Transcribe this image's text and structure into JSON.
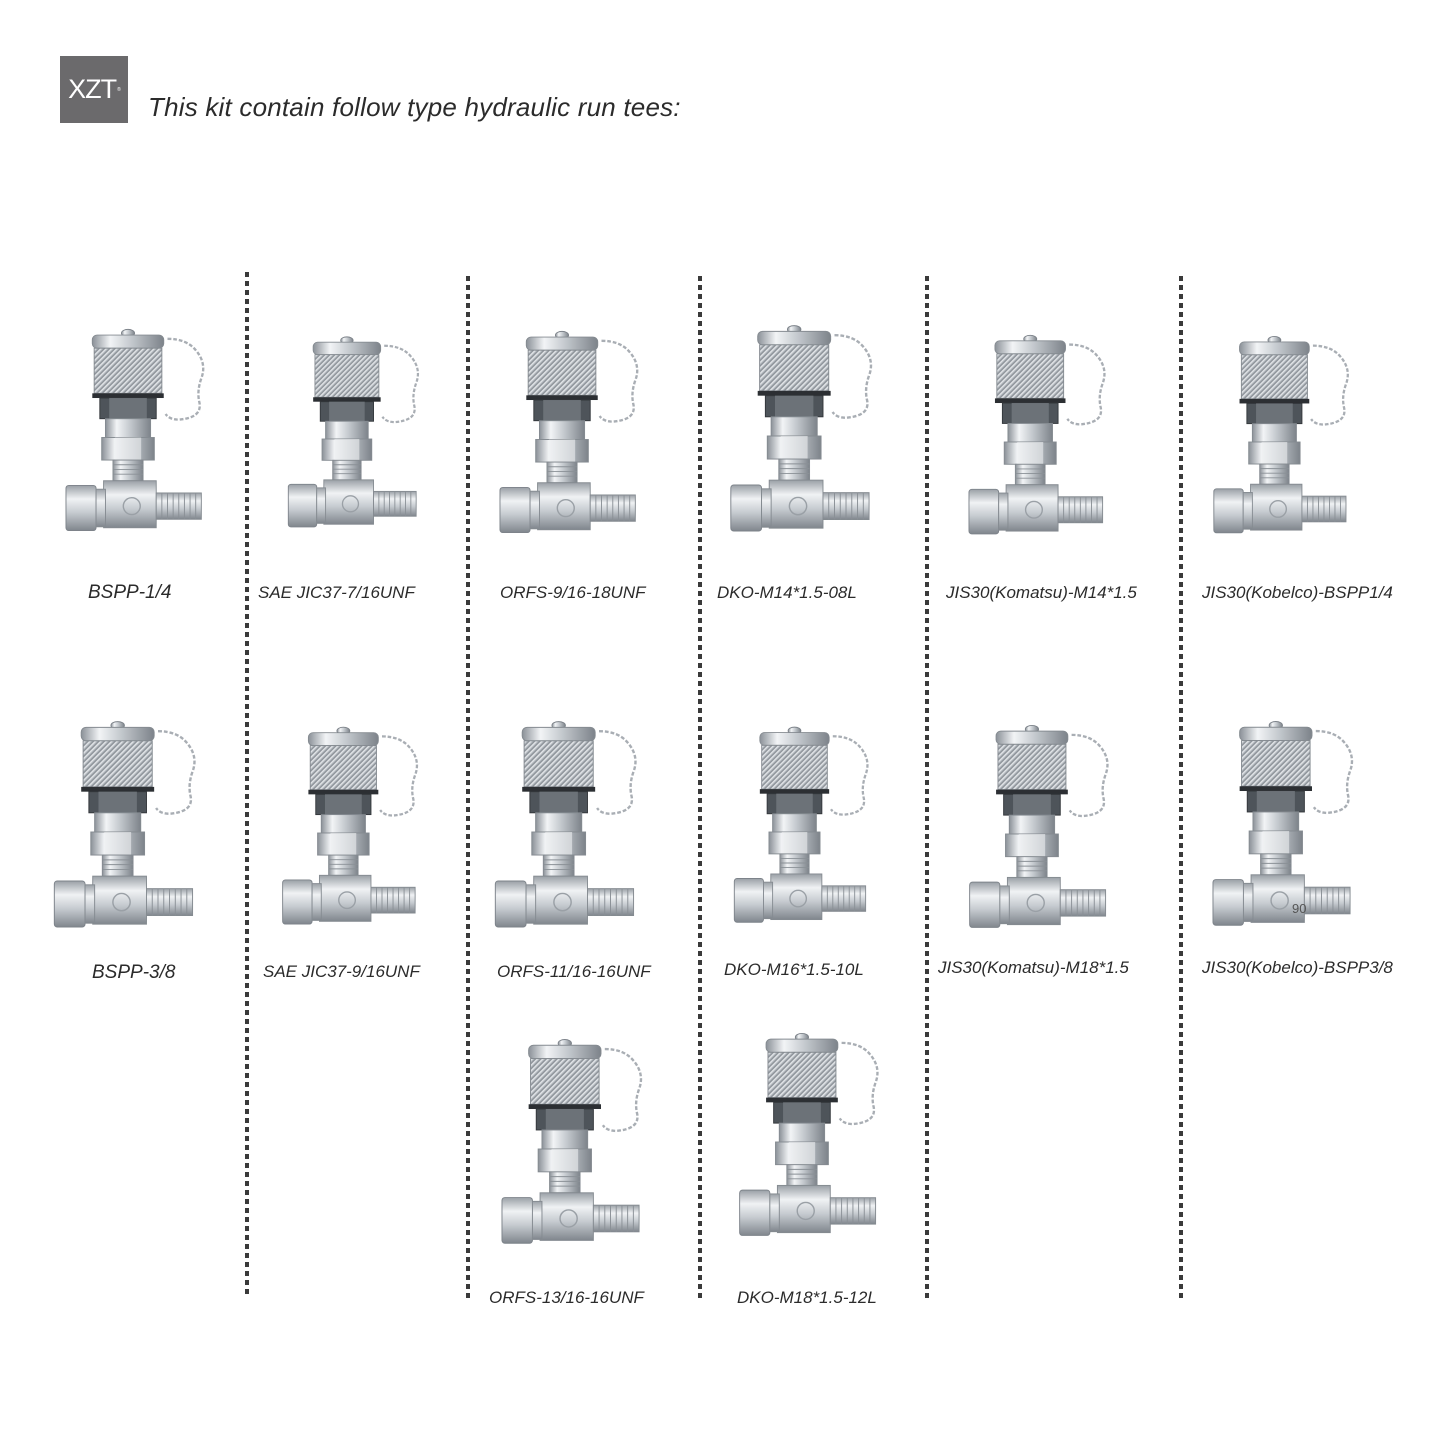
{
  "header": {
    "logo_text": "XZT",
    "logo_mark": "®",
    "title": "This kit contain follow type hydraulic run tees:"
  },
  "colors": {
    "logo_bg": "#6b6a6c",
    "text": "#2b2b2b",
    "divider": "#3a3a3a",
    "metal_light": "#e9ecef",
    "metal_mid": "#b9bec4",
    "metal_dark": "#7d838a"
  },
  "columns": [
    {
      "items": [
        {
          "label": "BSPP-1/4",
          "icon": "run-tee-fitting-icon"
        },
        {
          "label": "BSPP-3/8",
          "icon": "run-tee-fitting-icon"
        }
      ]
    },
    {
      "items": [
        {
          "label": "SAE JIC37-7/16UNF",
          "icon": "run-tee-fitting-icon"
        },
        {
          "label": "SAE JIC37-9/16UNF",
          "icon": "run-tee-fitting-icon"
        }
      ]
    },
    {
      "items": [
        {
          "label": "ORFS-9/16-18UNF",
          "icon": "run-tee-fitting-icon"
        },
        {
          "label": "ORFS-11/16-16UNF",
          "icon": "run-tee-fitting-icon"
        },
        {
          "label": "ORFS-13/16-16UNF",
          "icon": "run-tee-fitting-icon"
        }
      ]
    },
    {
      "items": [
        {
          "label": "DKO-M14*1.5-08L",
          "icon": "run-tee-fitting-icon"
        },
        {
          "label": "DKO-M16*1.5-10L",
          "icon": "run-tee-fitting-icon"
        },
        {
          "label": "DKO-M18*1.5-12L",
          "icon": "run-tee-fitting-icon"
        }
      ]
    },
    {
      "items": [
        {
          "label": "JIS30(Komatsu)-M14*1.5",
          "icon": "run-tee-fitting-icon"
        },
        {
          "label": "JIS30(Komatsu)-M18*1.5",
          "icon": "run-tee-fitting-icon"
        }
      ]
    },
    {
      "items": [
        {
          "label": "JIS30(Kobelco)-BSPP1/4",
          "icon": "run-tee-fitting-icon"
        },
        {
          "label": "JIS30(Kobelco)-BSPP3/8",
          "icon": "run-tee-fitting-icon",
          "stamp": "90"
        }
      ]
    }
  ]
}
